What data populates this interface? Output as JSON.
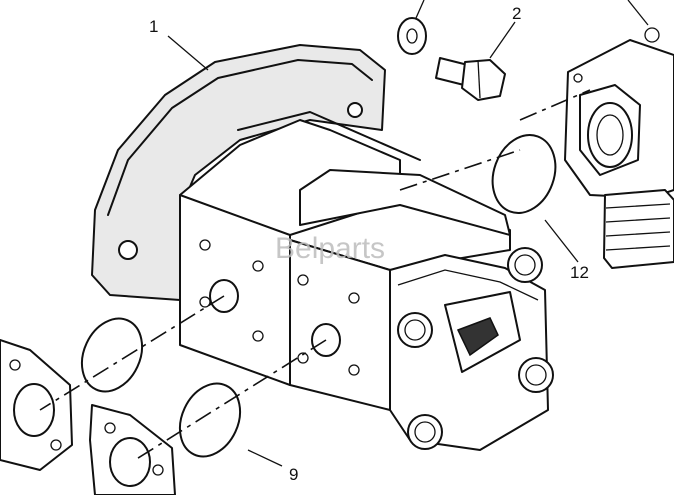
{
  "diagram": {
    "callouts": [
      "1",
      "2",
      "12",
      "9"
    ],
    "watermark": "Belparts",
    "colors": {
      "line": "#111111",
      "background": "#ffffff",
      "watermark": "#bdbdbd"
    }
  }
}
